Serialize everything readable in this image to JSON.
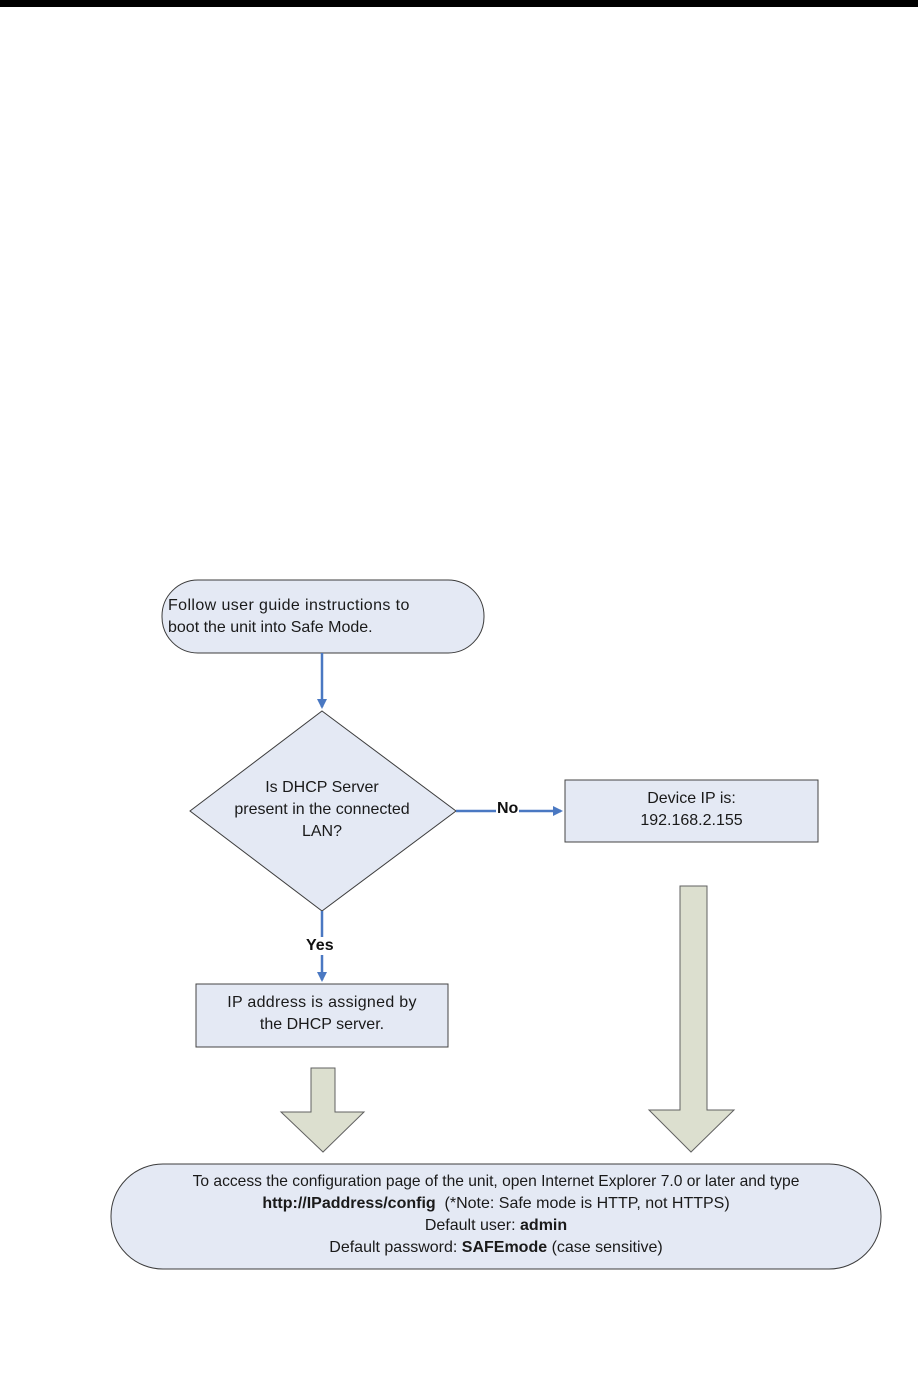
{
  "colors": {
    "node_fill": "#E4E9F4",
    "node_stroke": "#3c3c3c",
    "flow_arrow": "#4A78C2",
    "block_arrow_fill": "#DCDFCF",
    "block_arrow_stroke": "#606060"
  },
  "nodes": {
    "start": {
      "shape": "rounded-terminator",
      "lines": [
        "Follow user guide instructions to",
        "boot the unit into Safe Mode."
      ]
    },
    "decision": {
      "shape": "diamond",
      "lines": [
        "Is DHCP Server",
        "present in the connected",
        "LAN?"
      ]
    },
    "no_box": {
      "shape": "rectangle",
      "lines": [
        "Device IP is:",
        "192.168.2.155"
      ]
    },
    "yes_box": {
      "shape": "rectangle",
      "lines": [
        "IP address is assigned by",
        "the DHCP server."
      ]
    },
    "final": {
      "shape": "rounded-terminator",
      "line1": "To access the configuration page of the unit, open Internet Explorer 7.0 or later and type",
      "url": "http://IPaddress/config",
      "note": "(*Note: Safe mode is HTTP, not HTTPS)",
      "user_label": "Default user:",
      "user_value": "admin",
      "password_label": "Default password:",
      "password_value": "SAFEmode",
      "password_note": "(case sensitive)"
    }
  },
  "edges": {
    "no_label": "No",
    "yes_label": "Yes"
  }
}
